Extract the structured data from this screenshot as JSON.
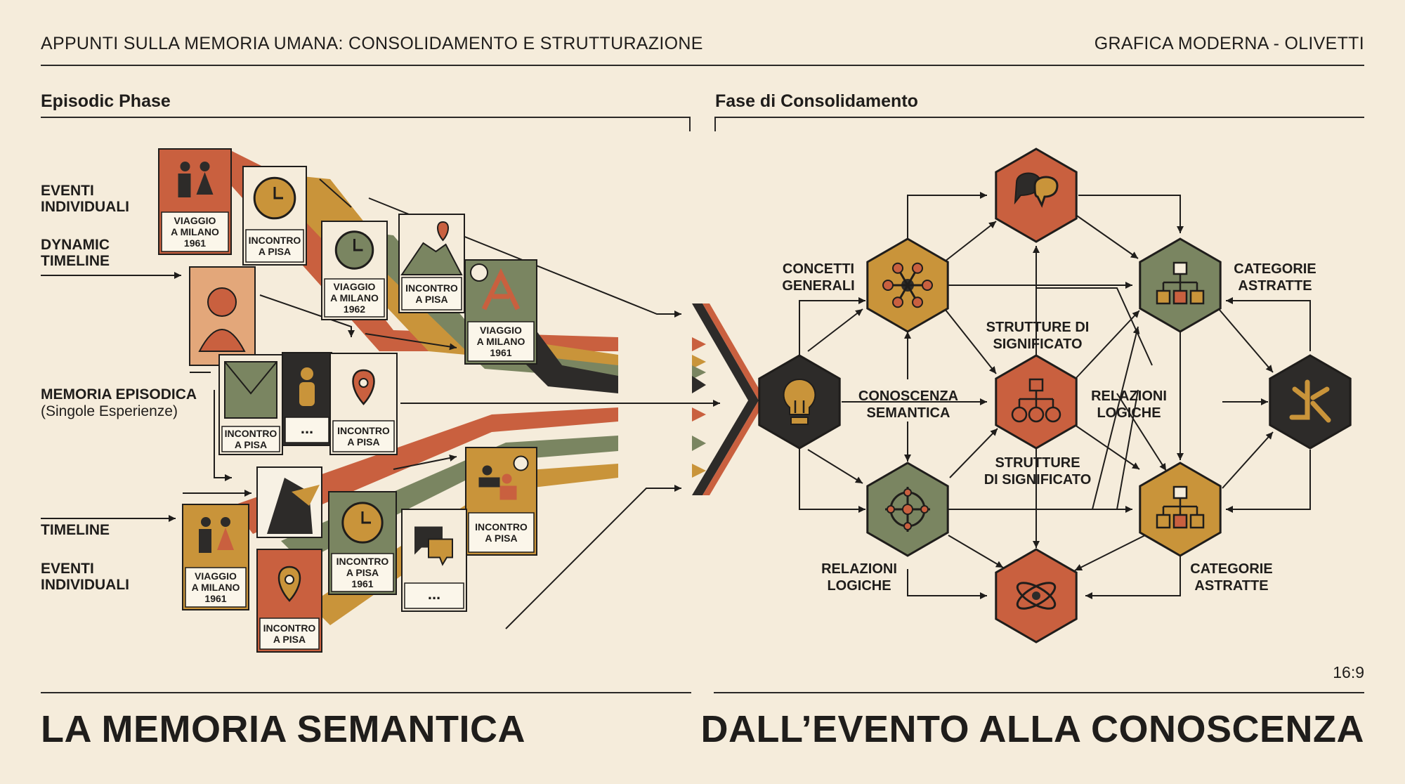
{
  "header": {
    "title": "APPUNTI SULLA MEMORIA UMANA: CONSOLIDAMENTO E STRUTTURAZIONE",
    "brand": "GRAFICA MODERNA - OLIVETTI"
  },
  "sections": {
    "left": "Episodic Phase",
    "right": "Fase di Consolidamento"
  },
  "left_labels": {
    "eventi_top": "EVENTI INDIVIDUALI",
    "dynamic_timeline": "DYNAMIC TIMELINE",
    "memoria_episodica": "MEMORIA EPISODICA",
    "memoria_sub": "(Singole Esperienze)",
    "timeline": "TIMELINE",
    "eventi_bottom": "EVENTI INDIVIDUALI"
  },
  "cards": [
    {
      "line1": "VIAGGIO",
      "line2": "A MILANO",
      "line3": "1961"
    },
    {
      "line1": "INCONTRO",
      "line2": "A PISA",
      "line3": ""
    },
    {
      "line1": "VIAGGIO",
      "line2": "A MILANO",
      "line3": "1962"
    },
    {
      "line1": "INCONTRO",
      "line2": "A PISA",
      "line3": ""
    },
    {
      "line1": "VIAGGIO",
      "line2": "A MILANO",
      "line3": "1961"
    },
    {
      "line1": "INCONTRO",
      "line2": "A PISA",
      "line3": ""
    },
    {
      "line1": "...",
      "line2": "",
      "line3": ""
    },
    {
      "line1": "INCONTRO",
      "line2": "A PISA",
      "line3": ""
    },
    {
      "line1": "INCONTRO",
      "line2": "A PISA",
      "line3": ""
    },
    {
      "line1": "VIAGGIO",
      "line2": "A MILANO",
      "line3": "1961"
    },
    {
      "line1": "INCONTRO",
      "line2": "A PISA",
      "line3": "1961"
    },
    {
      "line1": "INCONTRO",
      "line2": "A PISA",
      "line3": ""
    },
    {
      "line1": "...",
      "line2": "",
      "line3": ""
    }
  ],
  "right_labels": {
    "concetti_1": "CONCETTI",
    "concetti_2": "GENERALI",
    "categorie_top_1": "CATEGORIE",
    "categorie_top_2": "ASTRATTE",
    "strutture_top_1": "STRUTTURE DI",
    "strutture_top_2": "SIGNIFICATO",
    "conoscenza_1": "CONOSCENZA",
    "conoscenza_2": "SEMANTICA",
    "relazioni_mid_1": "RELAZIONI",
    "relazioni_mid_2": "LOGICHE",
    "strutture_bot_1": "STRUTTURE",
    "strutture_bot_2": "DI SIGNIFICATO",
    "relazioni_bot_1": "RELAZIONI",
    "relazioni_bot_2": "LOGICHE",
    "categorie_bot_1": "CATEGORIE",
    "categorie_bot_2": "ASTRATTE"
  },
  "icons": {
    "h_chat": "speech-bubbles-icon",
    "h_network": "network-nodes-icon",
    "h_hierarchy_top": "hierarchy-tree-icon",
    "h_bulb": "lightbulb-icon",
    "h_center": "hierarchy-tree-icon",
    "h_abstract": "abstract-symbol-icon",
    "h_crosshair": "crosshair-icon",
    "h_hierarchy_bot": "hierarchy-tree-icon",
    "h_atom": "atom-icon"
  },
  "aspect": "16:9",
  "footer": {
    "left": "LA MEMORIA SEMANTICA",
    "right": "DALL’EVENTO ALLA CONOSCENZA"
  },
  "colors": {
    "background": "#f5ecdb",
    "terracotta": "#c9603f",
    "ochre": "#c9943a",
    "sage": "#7a8561",
    "charcoal": "#2d2b29",
    "ink": "#1f1d1b"
  }
}
